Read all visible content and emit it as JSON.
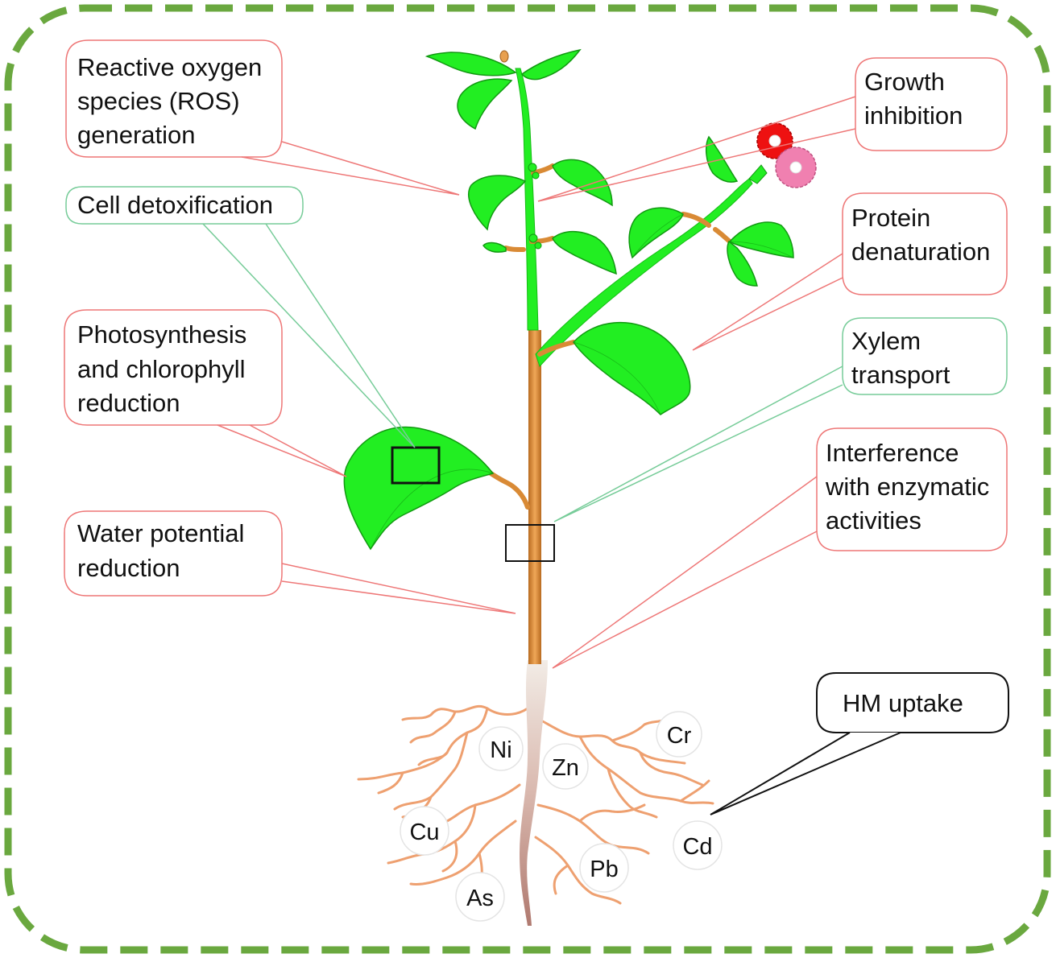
{
  "labels": {
    "ros": [
      "Reactive oxygen",
      "species (ROS)",
      "generation"
    ],
    "cell_detox": [
      "Cell detoxification"
    ],
    "photosynthesis": [
      "Photosynthesis",
      "and chlorophyll",
      "reduction"
    ],
    "water_potential": [
      "Water potential",
      "reduction"
    ],
    "growth": [
      "Growth",
      "inhibition"
    ],
    "protein": [
      "Protein",
      "denaturation"
    ],
    "xylem": [
      "Xylem",
      "transport"
    ],
    "enzymatic": [
      "Interference",
      "with enzymatic",
      "activities"
    ],
    "hm_uptake": [
      "HM uptake"
    ]
  },
  "ions": {
    "ni": "Ni",
    "zn": "Zn",
    "cr": "Cr",
    "cu": "Cu",
    "cd": "Cd",
    "pb": "Pb",
    "as": "As"
  },
  "colors": {
    "frame": "#6aa83f",
    "leaf": "#22ee22",
    "leaf_stroke": "#119911",
    "stem_brown": "#d98a35",
    "root": "#eea070",
    "negative_effect": "#ee7777",
    "positive_effect": "#77cc99",
    "uptake": "#111111",
    "flower_red": "#ee1111",
    "flower_pink": "#f080b0"
  }
}
